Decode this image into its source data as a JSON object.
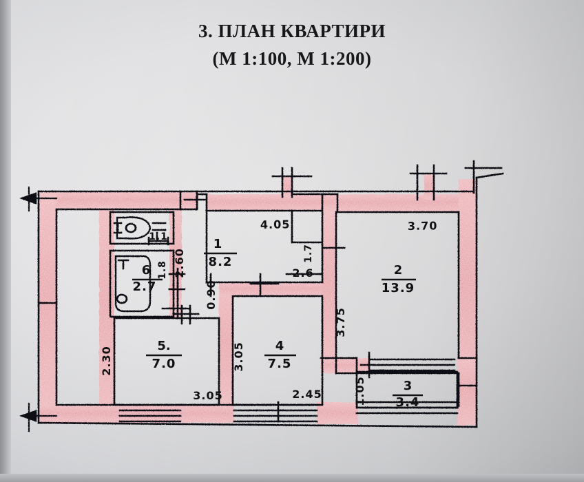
{
  "document": {
    "title_line1": "3. ПЛАН КВАРТИРИ",
    "title_line2": "(М 1:100, М 1:200)",
    "type": "hand-drawn apartment floor plan photograph",
    "wall_color": "#e8a0a6",
    "ink_color": "#111114",
    "paper_color": "#e2e2e4"
  },
  "rooms": [
    {
      "number": "1",
      "area": "8.2"
    },
    {
      "number": "2",
      "area": "13.9"
    },
    {
      "number": "3",
      "area": "3.4"
    },
    {
      "number": "4",
      "area": "7.5"
    },
    {
      "number": "5.",
      "area": "7.0"
    },
    {
      "number": "6",
      "area": "2.7"
    }
  ],
  "dimensions": {
    "top_left_span": "4.05",
    "top_right_span": "3.70",
    "bottom_left_span": "3.05",
    "bottom_mid_span": "2.45",
    "left_vertical": "2.30",
    "hall_vertical": "2.60",
    "bath_vertical": "1.8",
    "wc_width": "1.1",
    "corridor_width": "0.90",
    "room4_vertical": "3.05",
    "room2_vertical": "3.75",
    "niche_vertical": "1.7",
    "niche_horizontal": "2.6",
    "balcony_vertical": "1.05"
  }
}
